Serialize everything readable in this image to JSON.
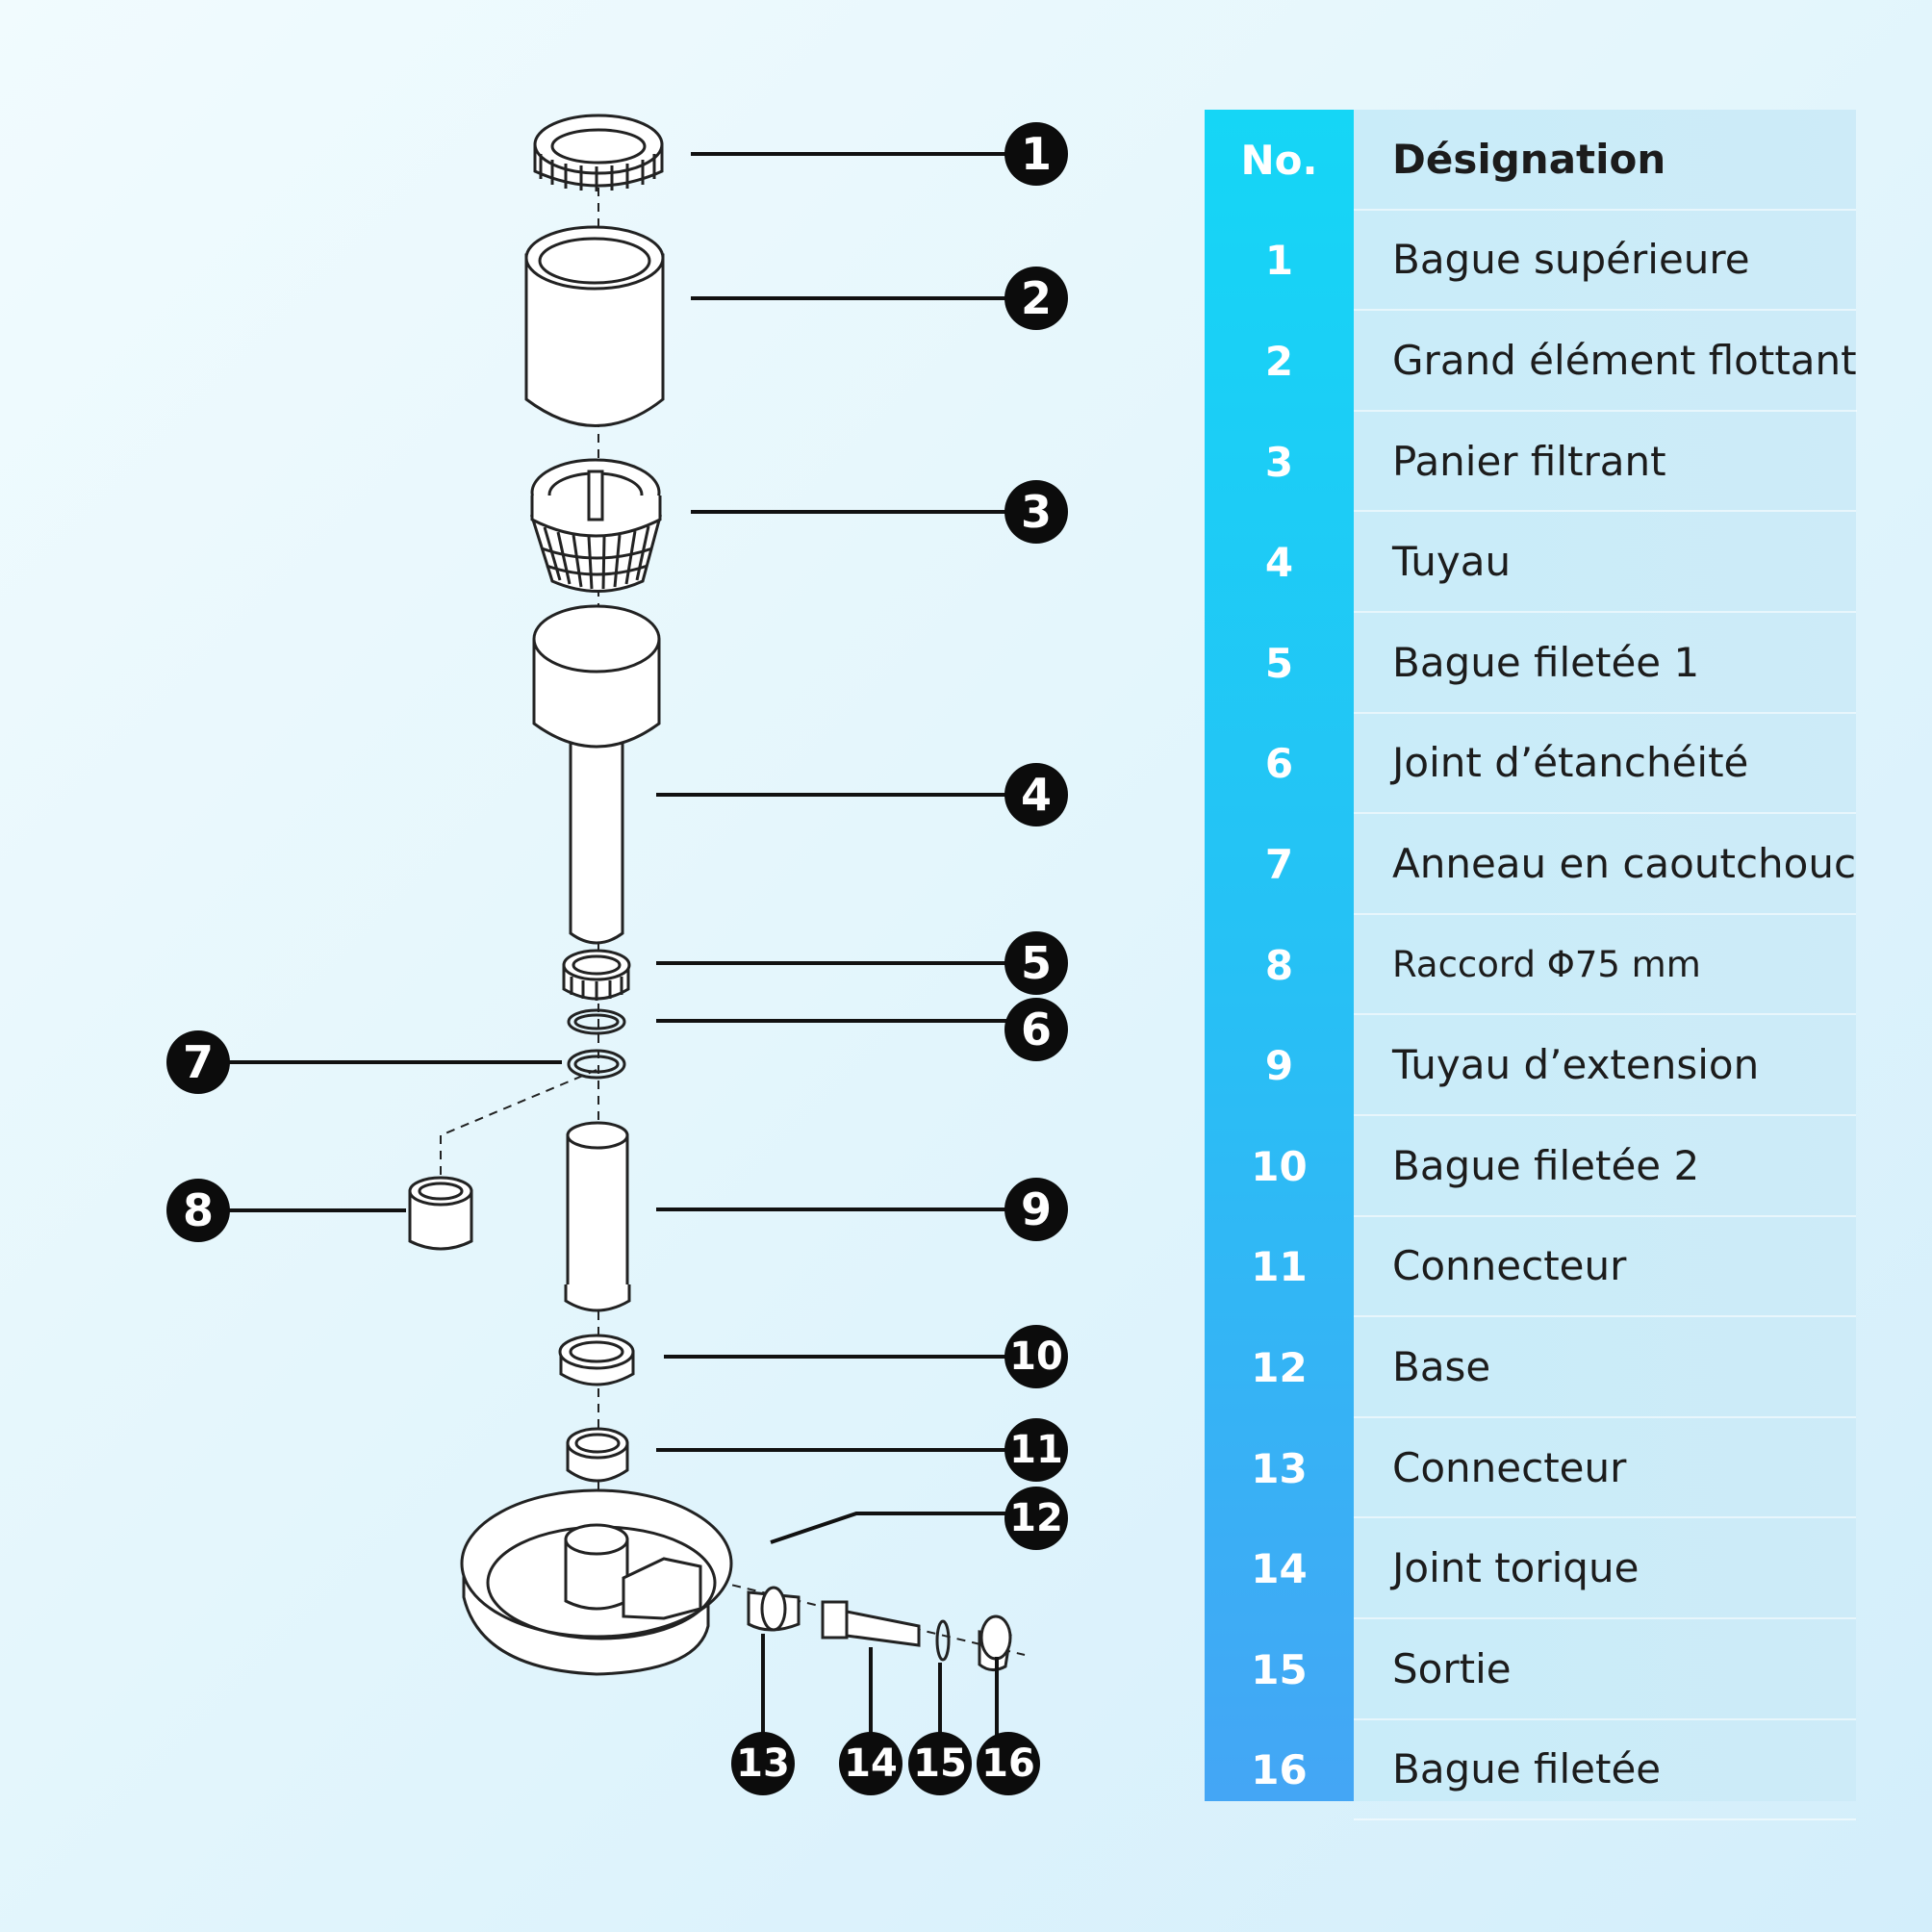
{
  "table": {
    "header": {
      "no": "No.",
      "designation": "Désignation"
    },
    "rows": [
      {
        "no": "1",
        "designation": "Bague supérieure"
      },
      {
        "no": "2",
        "designation": "Grand élément flottant"
      },
      {
        "no": "3",
        "designation": "Panier filtrant"
      },
      {
        "no": "4",
        "designation": "Tuyau"
      },
      {
        "no": "5",
        "designation": "Bague filetée 1"
      },
      {
        "no": "6",
        "designation": "Joint d’étanchéité"
      },
      {
        "no": "7",
        "designation": "Anneau en caoutchouc"
      },
      {
        "no": "8",
        "designation": "Raccord Φ75 mm"
      },
      {
        "no": "9",
        "designation": "Tuyau d’extension"
      },
      {
        "no": "10",
        "designation": "Bague filetée 2"
      },
      {
        "no": "11",
        "designation": "Connecteur"
      },
      {
        "no": "12",
        "designation": "Base"
      },
      {
        "no": "13",
        "designation": "Connecteur"
      },
      {
        "no": "14",
        "designation": "Joint torique"
      },
      {
        "no": "15",
        "designation": "Sortie"
      },
      {
        "no": "16",
        "designation": "Bague filetée"
      }
    ]
  },
  "callouts": [
    "1",
    "2",
    "3",
    "4",
    "5",
    "6",
    "7",
    "8",
    "9",
    "10",
    "11",
    "12",
    "13",
    "14",
    "15",
    "16"
  ],
  "colors": {
    "no_column_top": "#15d6f6",
    "no_column_bottom": "#44a6f5",
    "name_column": "#c9ecf9",
    "badge": "#0c0c0c"
  }
}
